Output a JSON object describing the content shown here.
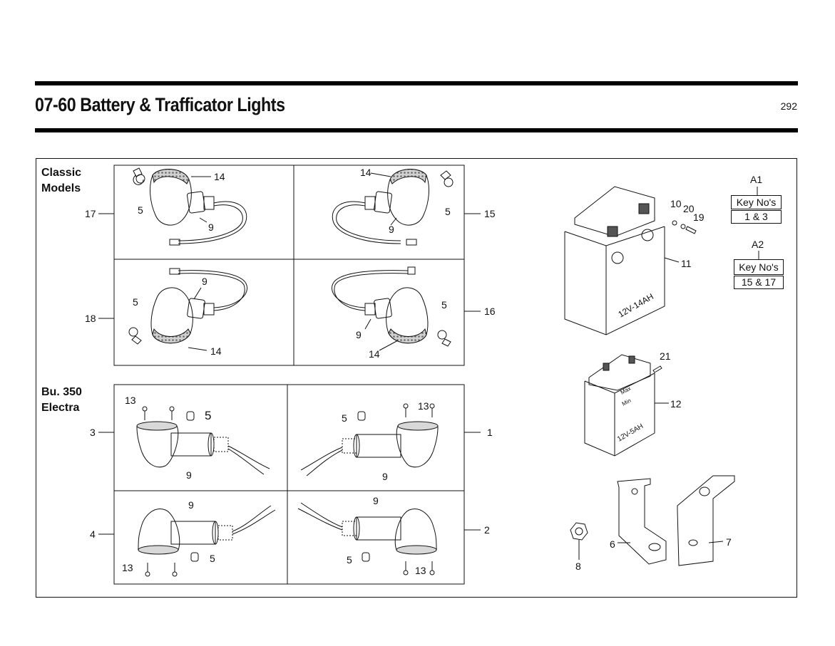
{
  "header": {
    "title": "07-60 Battery & Trafficator Lights",
    "page_number": "292"
  },
  "sections": {
    "classic": "Classic Models",
    "classic_line1": "Classic",
    "classic_line2": "Models",
    "electra_line1": "Bu. 350",
    "electra_line2": "Electra"
  },
  "keys": [
    {
      "id": "A1",
      "heading": "Key No's",
      "value": "1 & 3"
    },
    {
      "id": "A2",
      "heading": "Key No's",
      "value": "15 & 17"
    }
  ],
  "callouts": {
    "c17": "17",
    "c15": "15",
    "c18": "18",
    "c16": "16",
    "c3": "3",
    "c1": "1",
    "c4": "4",
    "c2": "2",
    "p14": "14",
    "p5": "5",
    "p9": "9",
    "p13": "13",
    "p10": "10",
    "p20": "20",
    "p19": "19",
    "p11": "11",
    "p21": "21",
    "p12": "12",
    "p6": "6",
    "p7": "7",
    "p8": "8"
  },
  "battery_labels": {
    "large": "12V-14AH",
    "small": "12V-5AH",
    "max": "Max",
    "min": "Min"
  },
  "colors": {
    "rule": "#000000",
    "line": "#111111",
    "lens": "#bdbdbd"
  }
}
